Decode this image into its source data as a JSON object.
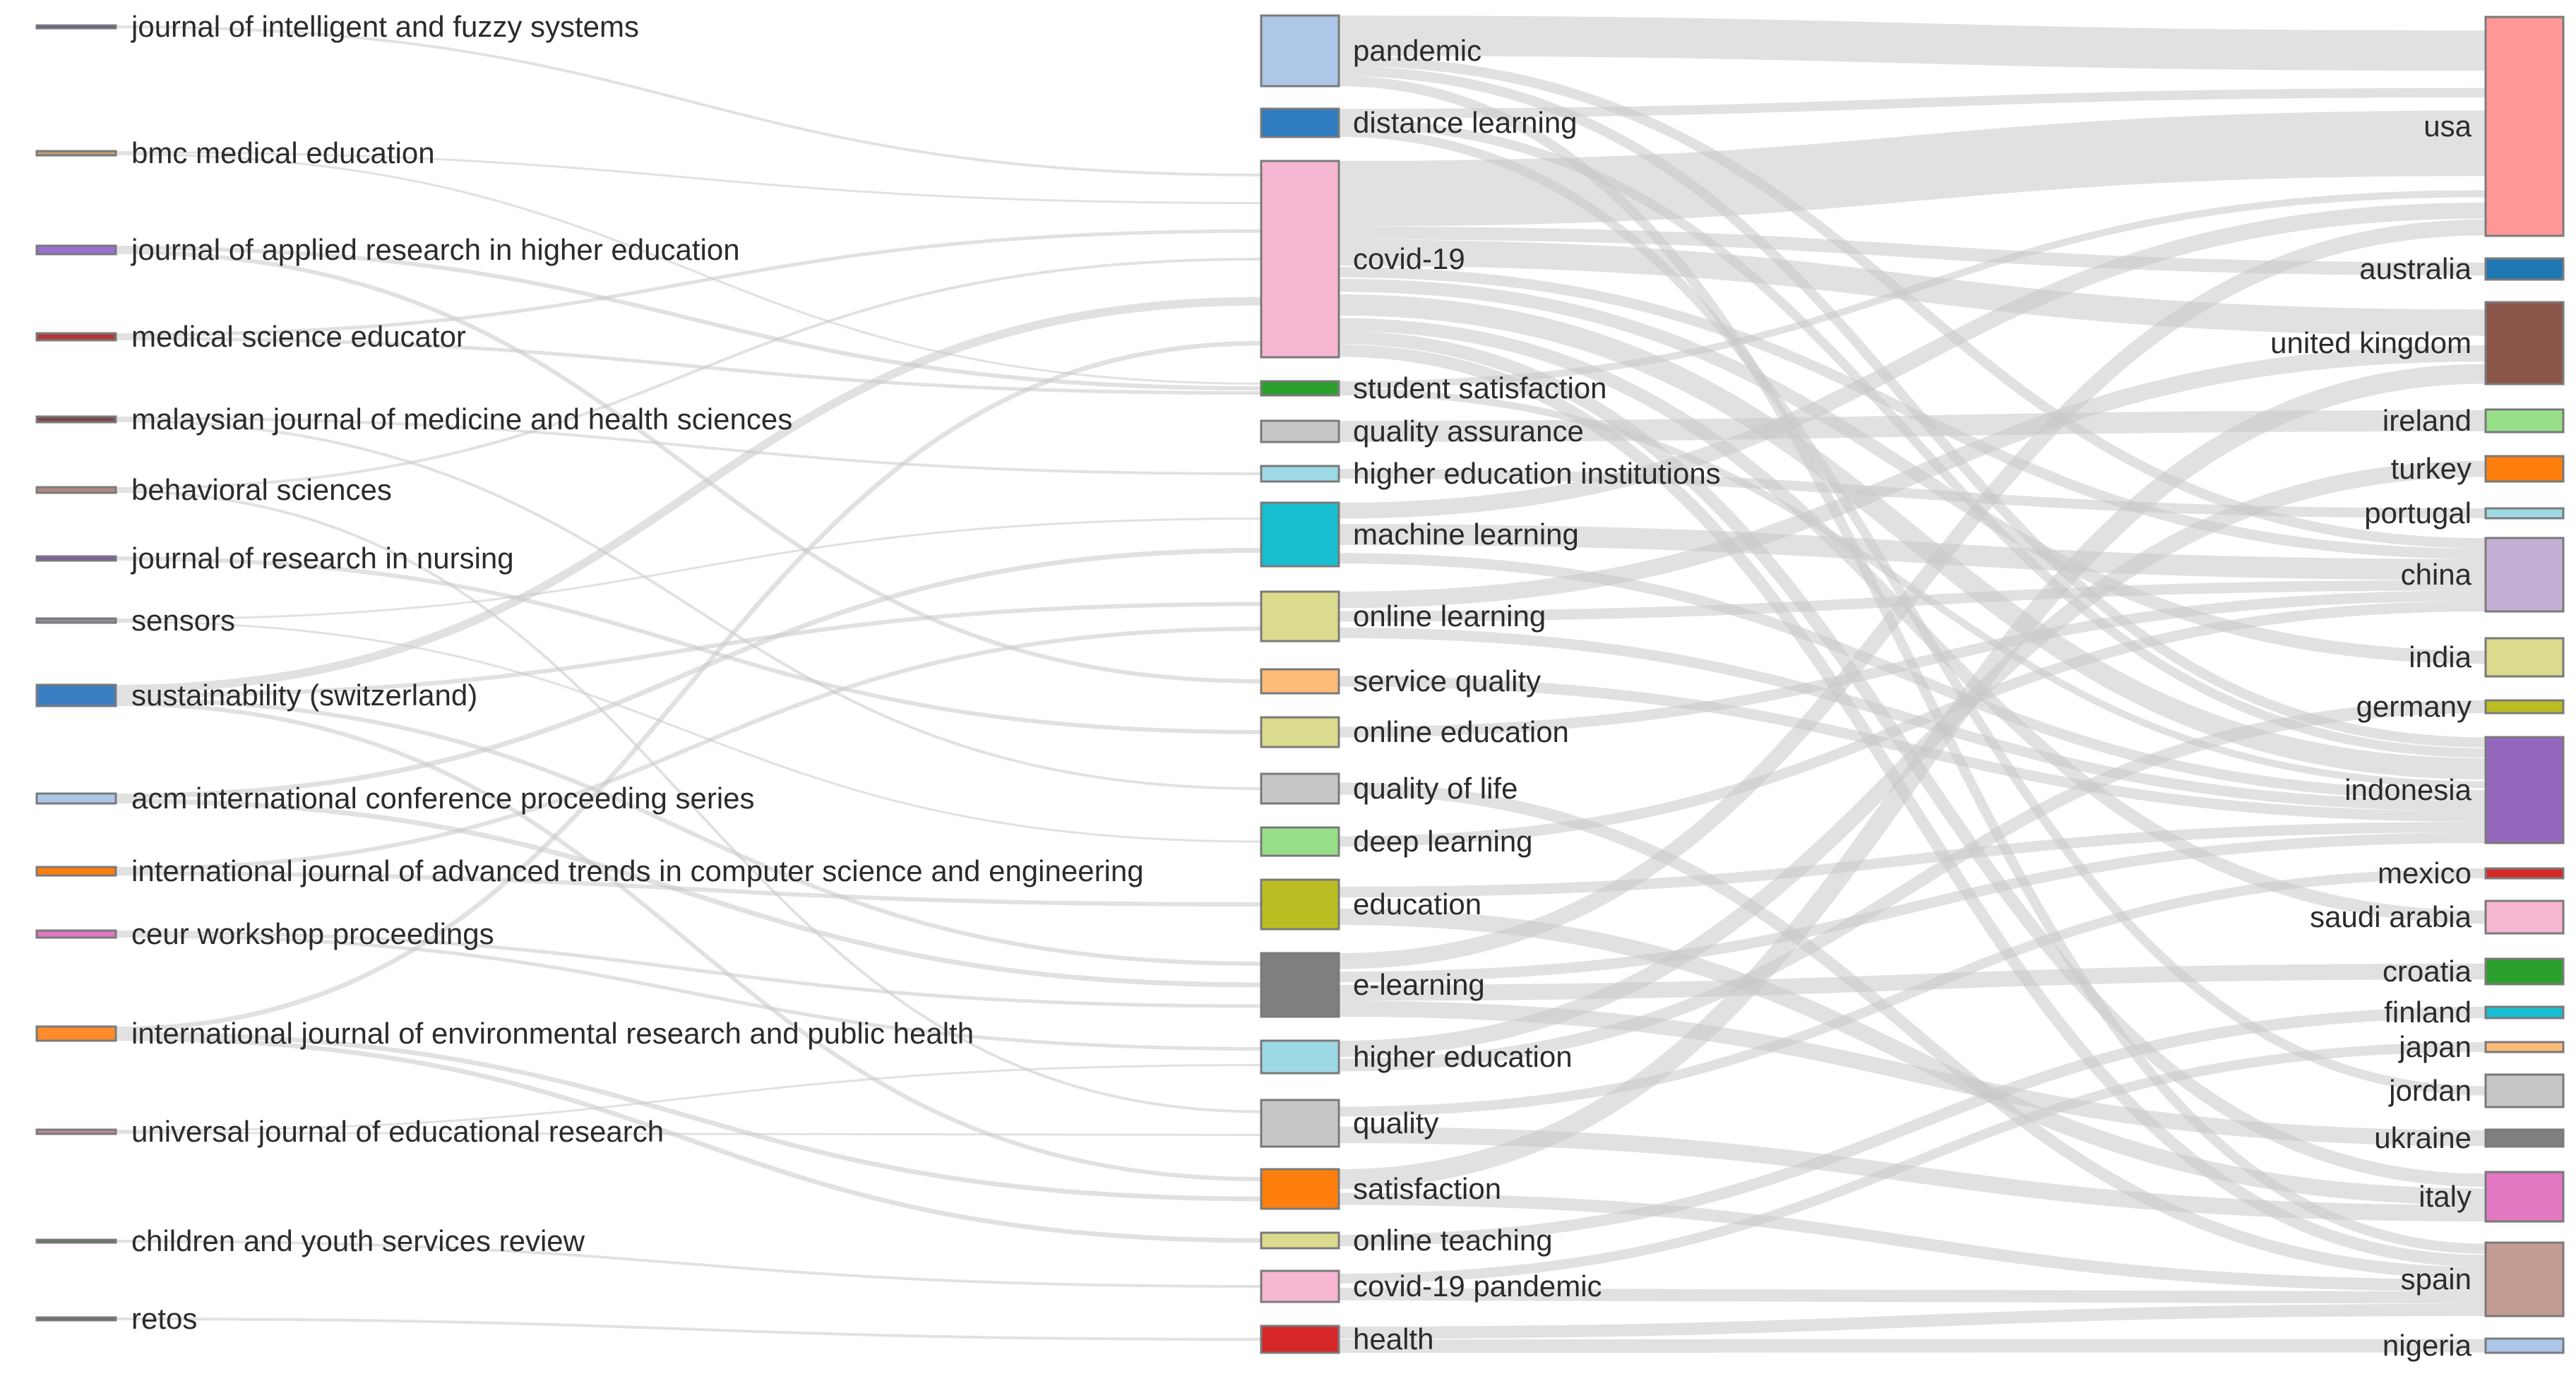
{
  "diagram": {
    "type": "sankey",
    "columns": {
      "sources": [
        {
          "label": "journal of intelligent and fuzzy systems",
          "color": "#4b4b8f"
        },
        {
          "label": "bmc medical education",
          "color": "#c5a070"
        },
        {
          "label": "journal of applied research in higher education",
          "color": "#9b6fd0"
        },
        {
          "label": "medical science educator",
          "color": "#b03a3a"
        },
        {
          "label": "malaysian journal of medicine and health sciences",
          "color": "#7a4a4a"
        },
        {
          "label": "behavioral sciences",
          "color": "#b08a80"
        },
        {
          "label": "journal of research in nursing",
          "color": "#7d5aa8"
        },
        {
          "label": "sensors",
          "color": "#8f8f9f"
        },
        {
          "label": "sustainability (switzerland)",
          "color": "#3a7fc2"
        },
        {
          "label": "acm international conference proceeding series",
          "color": "#aec7e8"
        },
        {
          "label": "international journal of advanced trends in computer science and engineering",
          "color": "#ff7f0e"
        },
        {
          "label": "ceur workshop proceedings",
          "color": "#e377c2"
        },
        {
          "label": "international journal of environmental research and public health",
          "color": "#ff8c2a"
        },
        {
          "label": "universal journal of educational research",
          "color": "#c08a9a"
        },
        {
          "label": "children and youth services review",
          "color": "#3a7a3a"
        },
        {
          "label": "retos",
          "color": "#4a7a4a"
        }
      ],
      "keywords": [
        {
          "label": "pandemic",
          "color": "#aec7e8"
        },
        {
          "label": "distance learning",
          "color": "#2f7cc0"
        },
        {
          "label": "covid-19",
          "color": "#f7b6d2"
        },
        {
          "label": "student satisfaction",
          "color": "#2ca02c"
        },
        {
          "label": "quality assurance",
          "color": "#c7c7c7"
        },
        {
          "label": "higher education institutions",
          "color": "#9edae5"
        },
        {
          "label": "machine learning",
          "color": "#17becf"
        },
        {
          "label": "online learning",
          "color": "#dbdb8d"
        },
        {
          "label": "service quality",
          "color": "#ffbb78"
        },
        {
          "label": "online education",
          "color": "#dbdb8d"
        },
        {
          "label": "quality of life",
          "color": "#c7c7c7"
        },
        {
          "label": "deep learning",
          "color": "#98df8a"
        },
        {
          "label": "education",
          "color": "#bcbd22"
        },
        {
          "label": "e-learning",
          "color": "#7f7f7f"
        },
        {
          "label": "higher education",
          "color": "#9edae5"
        },
        {
          "label": "quality",
          "color": "#c7c7c7"
        },
        {
          "label": "satisfaction",
          "color": "#ff7f0e"
        },
        {
          "label": "online teaching",
          "color": "#dbdb8d"
        },
        {
          "label": "covid-19 pandemic",
          "color": "#f7b6d2"
        },
        {
          "label": "health",
          "color": "#d62728"
        }
      ],
      "countries": [
        {
          "label": "usa",
          "color": "#ff9896"
        },
        {
          "label": "australia",
          "color": "#1f77b4"
        },
        {
          "label": "united kingdom",
          "color": "#8c564b"
        },
        {
          "label": "ireland",
          "color": "#98df8a"
        },
        {
          "label": "turkey",
          "color": "#ff7f0e"
        },
        {
          "label": "portugal",
          "color": "#9edae5"
        },
        {
          "label": "china",
          "color": "#c5b0d5"
        },
        {
          "label": "india",
          "color": "#dbdb8d"
        },
        {
          "label": "germany",
          "color": "#bcbd22"
        },
        {
          "label": "indonesia",
          "color": "#9467bd"
        },
        {
          "label": "mexico",
          "color": "#d62728"
        },
        {
          "label": "saudi arabia",
          "color": "#f7b6d2"
        },
        {
          "label": "croatia",
          "color": "#2ca02c"
        },
        {
          "label": "finland",
          "color": "#17becf"
        },
        {
          "label": "japan",
          "color": "#ffbb78"
        },
        {
          "label": "jordan",
          "color": "#c7c7c7"
        },
        {
          "label": "ukraine",
          "color": "#7f7f7f"
        },
        {
          "label": "italy",
          "color": "#e377c2"
        },
        {
          "label": "spain",
          "color": "#c49c94"
        },
        {
          "label": "nigeria",
          "color": "#aec7e8"
        }
      ]
    },
    "link_color": "#c8c8c8",
    "source_links": [
      [
        "journal of intelligent and fuzzy systems",
        "covid-19",
        1
      ],
      [
        "bmc medical education",
        "covid-19",
        1
      ],
      [
        "bmc medical education",
        "student satisfaction",
        1
      ],
      [
        "journal of applied research in higher education",
        "student satisfaction",
        1
      ],
      [
        "journal of applied research in higher education",
        "service quality",
        1
      ],
      [
        "medical science educator",
        "covid-19",
        1
      ],
      [
        "medical science educator",
        "student satisfaction",
        1
      ],
      [
        "malaysian journal of medicine and health sciences",
        "higher education institutions",
        1
      ],
      [
        "malaysian journal of medicine and health sciences",
        "quality of life",
        1
      ],
      [
        "behavioral sciences",
        "covid-19",
        1
      ],
      [
        "behavioral sciences",
        "quality",
        1
      ],
      [
        "journal of research in nursing",
        "online education",
        1
      ],
      [
        "sensors",
        "machine learning",
        1
      ],
      [
        "sensors",
        "deep learning",
        1
      ],
      [
        "sustainability (switzerland)",
        "covid-19",
        2
      ],
      [
        "sustainability (switzerland)",
        "online learning",
        1
      ],
      [
        "sustainability (switzerland)",
        "e-learning",
        1
      ],
      [
        "sustainability (switzerland)",
        "satisfaction",
        1
      ],
      [
        "acm international conference proceeding series",
        "machine learning",
        1
      ],
      [
        "acm international conference proceeding series",
        "e-learning",
        1
      ],
      [
        "international journal of advanced trends in computer science and engineering",
        "education",
        1
      ],
      [
        "international journal of advanced trends in computer science and engineering",
        "online learning",
        1
      ],
      [
        "ceur workshop proceedings",
        "e-learning",
        1
      ],
      [
        "ceur workshop proceedings",
        "higher education",
        1
      ],
      [
        "international journal of environmental research and public health",
        "covid-19",
        1
      ],
      [
        "international journal of environmental research and public health",
        "satisfaction",
        1
      ],
      [
        "international journal of environmental research and public health",
        "online teaching",
        1
      ],
      [
        "universal journal of educational research",
        "quality",
        1
      ],
      [
        "universal journal of educational research",
        "higher education",
        1
      ],
      [
        "children and youth services review",
        "covid-19 pandemic",
        1
      ],
      [
        "retos",
        "health",
        1
      ]
    ],
    "target_links": [
      [
        "pandemic",
        "usa",
        4
      ],
      [
        "pandemic",
        "china",
        1
      ],
      [
        "pandemic",
        "indonesia",
        1
      ],
      [
        "pandemic",
        "spain",
        1
      ],
      [
        "distance learning",
        "usa",
        1
      ],
      [
        "distance learning",
        "jordan",
        1
      ],
      [
        "distance learning",
        "indonesia",
        1
      ],
      [
        "covid-19",
        "usa",
        5
      ],
      [
        "covid-19",
        "united kingdom",
        2
      ],
      [
        "covid-19",
        "india",
        1
      ],
      [
        "covid-19",
        "indonesia",
        2
      ],
      [
        "covid-19",
        "saudi arabia",
        1
      ],
      [
        "covid-19",
        "spain",
        1
      ],
      [
        "covid-19",
        "china",
        1
      ],
      [
        "covid-19",
        "italy",
        1
      ],
      [
        "covid-19",
        "australia",
        1
      ],
      [
        "student satisfaction",
        "usa",
        1
      ],
      [
        "student satisfaction",
        "indonesia",
        1
      ],
      [
        "quality assurance",
        "ireland",
        1
      ],
      [
        "higher education institutions",
        "portugal",
        1
      ],
      [
        "machine learning",
        "usa",
        1
      ],
      [
        "machine learning",
        "china",
        2
      ],
      [
        "machine learning",
        "indonesia",
        1
      ],
      [
        "online learning",
        "indonesia",
        1
      ],
      [
        "online learning",
        "china",
        1
      ],
      [
        "online learning",
        "united kingdom",
        1
      ],
      [
        "service quality",
        "indonesia",
        1
      ],
      [
        "online education",
        "china",
        1
      ],
      [
        "quality of life",
        "spain",
        1
      ],
      [
        "deep learning",
        "china",
        1
      ],
      [
        "education",
        "indonesia",
        1
      ],
      [
        "education",
        "italy",
        1
      ],
      [
        "e-learning",
        "croatia",
        1
      ],
      [
        "e-learning",
        "indonesia",
        1
      ],
      [
        "e-learning",
        "usa",
        1
      ],
      [
        "e-learning",
        "ukraine",
        1
      ],
      [
        "higher education",
        "turkey",
        1
      ],
      [
        "higher education",
        "germany",
        1
      ],
      [
        "quality",
        "italy",
        1
      ],
      [
        "quality",
        "mexico",
        1
      ],
      [
        "satisfaction",
        "spain",
        1
      ],
      [
        "satisfaction",
        "united kingdom",
        1
      ],
      [
        "online teaching",
        "finland",
        1
      ],
      [
        "covid-19 pandemic",
        "spain",
        1
      ],
      [
        "covid-19 pandemic",
        "japan",
        1
      ],
      [
        "health",
        "spain",
        1
      ],
      [
        "health",
        "nigeria",
        1
      ]
    ]
  }
}
